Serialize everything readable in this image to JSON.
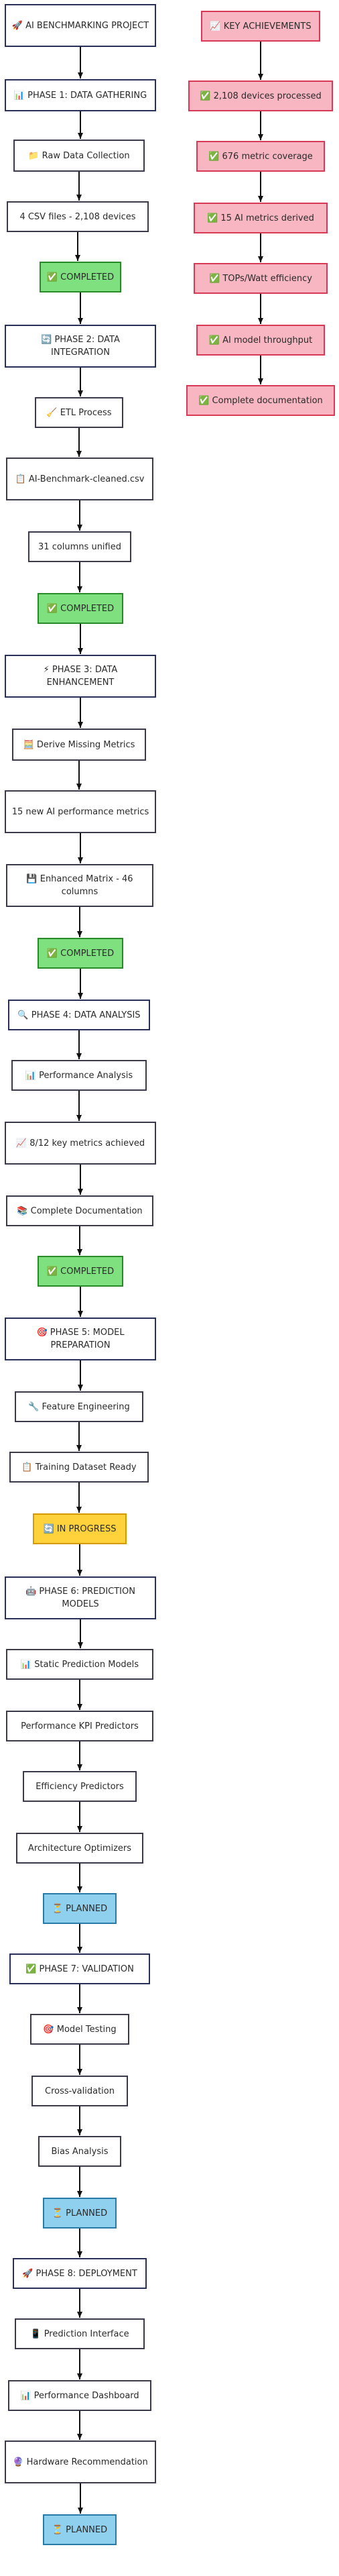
{
  "colors": {
    "edge": "#111111",
    "phase_border": "#2a2f5a",
    "completed": "#7fe07f",
    "in_progress": "#ffd23c",
    "planned": "#8fd0ee",
    "achievement": "#f7b6c1"
  },
  "nodes": {
    "start": "🚀 AI BENCHMARKING PROJECT",
    "p1": "📊 PHASE 1: DATA GATHERING",
    "p1a": "📁 Raw Data Collection",
    "p1b": "4 CSV files - 2,108 devices",
    "p1s": "✅ COMPLETED",
    "p2": "🔄 PHASE 2: DATA INTEGRATION",
    "p2a": "🧹 ETL Process",
    "p2b": "📋 AI-Benchmark-cleaned.csv",
    "p2c": "31 columns unified",
    "p2s": "✅ COMPLETED",
    "p3": "⚡ PHASE 3: DATA ENHANCEMENT",
    "p3a": "🧮 Derive Missing Metrics",
    "p3b": "15 new AI performance metrics",
    "p3c": "💾 Enhanced Matrix - 46 columns",
    "p3s": "✅ COMPLETED",
    "p4": "🔍 PHASE 4: DATA ANALYSIS",
    "p4a": "📊 Performance Analysis",
    "p4b": "📈 8/12 key metrics achieved",
    "p4c": "📚 Complete Documentation",
    "p4s": "✅ COMPLETED",
    "p5": "🎯 PHASE 5: MODEL PREPARATION",
    "p5a": "🔧 Feature Engineering",
    "p5b": "📋 Training Dataset Ready",
    "p5s": "🔄 IN PROGRESS",
    "p6": "🤖 PHASE 6: PREDICTION MODELS",
    "p6a": "📊 Static Prediction Models",
    "p6b": "Performance KPI Predictors",
    "p6c": "Efficiency Predictors",
    "p6d": "Architecture Optimizers",
    "p6s": "⏳ PLANNED",
    "p7": "✅ PHASE 7: VALIDATION",
    "p7a": "🎯 Model Testing",
    "p7b": "Cross-validation",
    "p7c": "Bias Analysis",
    "p7s": "⏳ PLANNED",
    "p8": "🚀 PHASE 8: DEPLOYMENT",
    "p8a": "📱 Prediction Interface",
    "p8b": "📊 Performance Dashboard",
    "p8c": "🔮 Hardware Recommendation",
    "p8s": "⏳ PLANNED",
    "k0": "📈 KEY ACHIEVEMENTS",
    "k1": "✅ 2,108 devices processed",
    "k2": "✅ 676 metric coverage",
    "k3": "✅ 15 AI metrics derived",
    "k4": "✅ TOPs/Watt efficiency",
    "k5": "✅ AI model throughput",
    "k6": "✅ Complete documentation"
  }
}
